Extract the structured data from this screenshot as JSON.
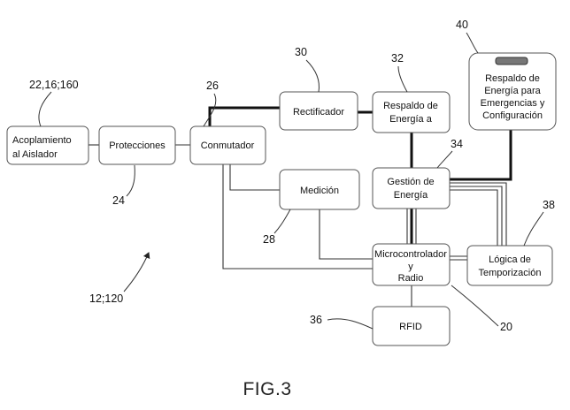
{
  "figure": {
    "caption": "FIG.3"
  },
  "blocks": {
    "acoplamiento": [
      "Acoplamiento",
      "al Aislador"
    ],
    "protecciones": [
      "Protecciones"
    ],
    "conmutador": [
      "Conmutador"
    ],
    "rectificador": [
      "Rectificador"
    ],
    "respaldo_energia": [
      "Respaldo de",
      "Energía a"
    ],
    "respaldo_emergencias": [
      "Respaldo de",
      "Energía para",
      "Emergencias y",
      "Configuración"
    ],
    "medicion": [
      "Medición"
    ],
    "gestion_energia": [
      "Gestión de",
      "Energía"
    ],
    "microcontrolador": [
      "Microcontrolador",
      "y",
      "Radio"
    ],
    "logica_temporizacion": [
      "Lógica de",
      "Temporización"
    ],
    "rfid": [
      "RFID"
    ]
  },
  "reference_numerals": {
    "acoplamiento": "22,16;160",
    "protecciones": "24",
    "conmutador": "26",
    "rectificador": "30",
    "respaldo_energia": "32",
    "respaldo_emergencias": "40",
    "gestion_energia": "34",
    "medicion": "28",
    "logica_temporizacion": "38",
    "rfid": "36",
    "microcontrolador": "20",
    "device": "12;120"
  }
}
